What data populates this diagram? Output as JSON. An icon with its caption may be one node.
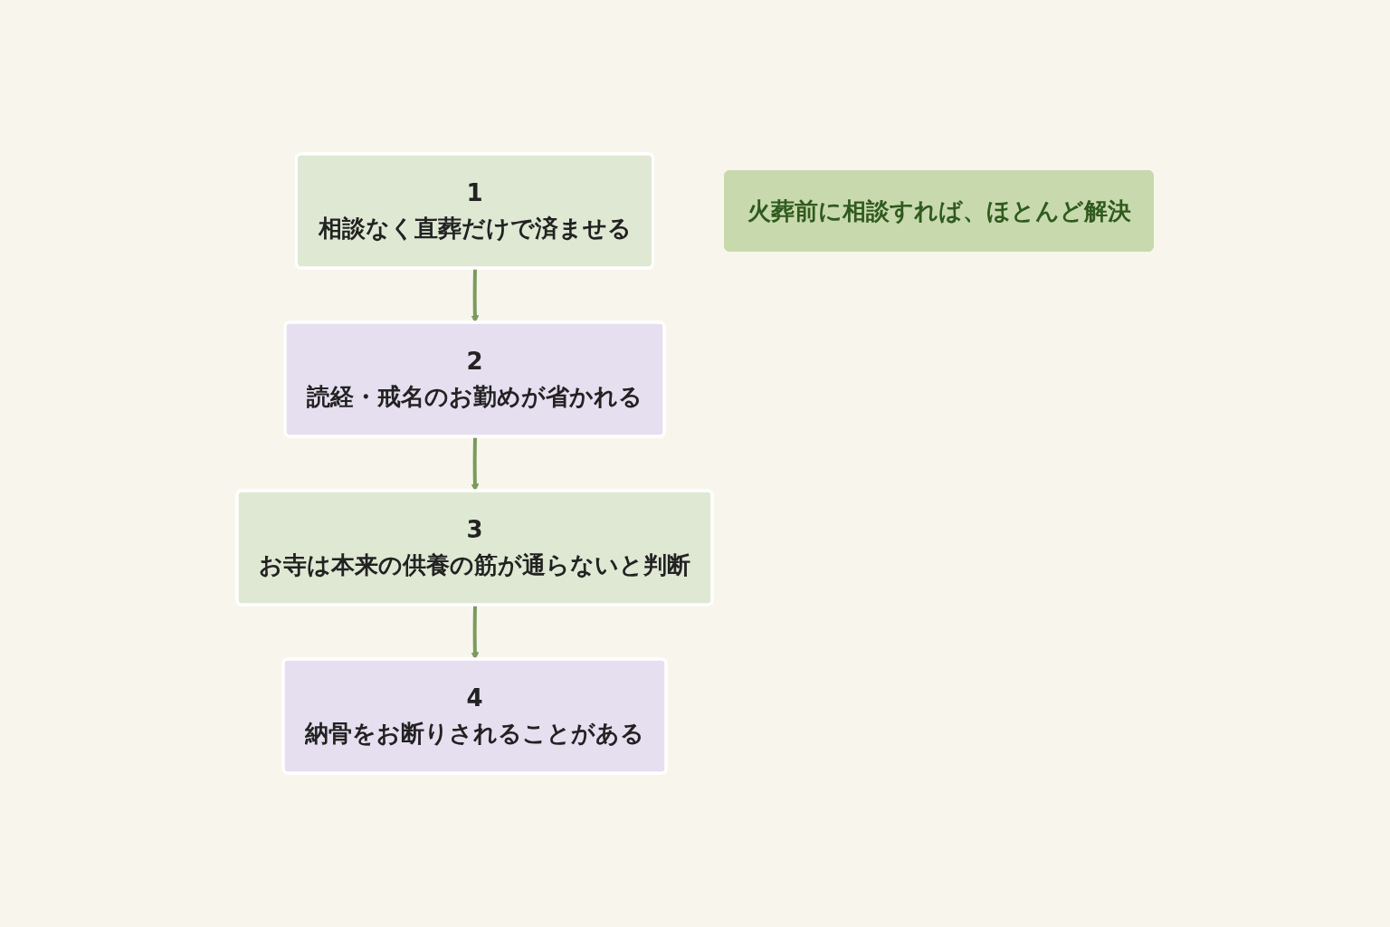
{
  "diagram": {
    "nodes": [
      {
        "text": [
          "1",
          "相談なく直葬だけで済ませる"
        ]
      },
      {
        "text": [
          "2",
          "読経・戒名のお勤めが省かれる"
        ]
      },
      {
        "text": [
          "3",
          "お寺は本来の供養の筋が通らないと判断"
        ]
      },
      {
        "text": [
          "4",
          "納骨をお断りされることがある"
        ]
      },
      {
        "text": [
          "火葬前に相談すれば、ほとんど解決"
        ]
      }
    ],
    "edges": [
      {
        "from": 0,
        "to": 1,
        "arrow": "to"
      },
      {
        "from": 1,
        "to": 2,
        "arrow": "to"
      },
      {
        "from": 2,
        "to": 3,
        "arrow": "to"
      }
    ]
  }
}
